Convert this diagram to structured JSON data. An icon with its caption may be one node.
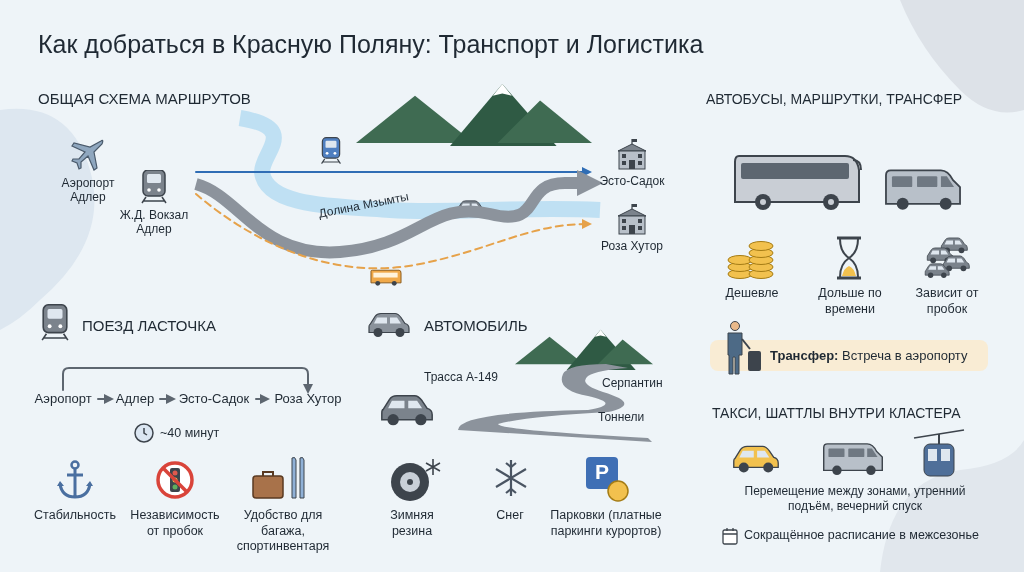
{
  "diagram": {
    "title": "Как добраться в Красную Поляну: Транспорт и Логистика",
    "nodes": [
      {
        "text": [
          "Аэропорт Адлер"
        ]
      },
      {
        "text": [
          "Ж.Д. Вокзал Адлер"
        ]
      },
      {
        "text": [
          "Эсто-Садок"
        ]
      },
      {
        "text": [
          "Роза Хутор"
        ]
      },
      {
        "text": [
          "Аэропорт"
        ]
      },
      {
        "text": [
          "Адлер"
        ]
      },
      {
        "text": [
          "Эсто-Садок"
        ]
      },
      {
        "text": [
          "Роза Хутор"
        ]
      },
      {
        "text": [
          "**Трансфер:** Встреча в аэропорту"
        ]
      }
    ],
    "edges": [
      {
        "from": 1,
        "to": 2,
        "arrow": "to",
        "color": "#2f6db5"
      },
      {
        "from": 1,
        "to": 2,
        "arrow": "to",
        "style": "thick",
        "color": "#8c939c"
      },
      {
        "from": 1,
        "to": 3,
        "arrow": "to",
        "style": "dashed",
        "color": "#e6a24a"
      },
      {
        "from": 4,
        "to": 5,
        "arrow": "to"
      },
      {
        "from": 5,
        "to": 6,
        "arrow": "to"
      },
      {
        "from": 6,
        "to": 7,
        "arrow": "to"
      },
      {
        "from": 4,
        "to": 7,
        "arrow": "to"
      }
    ],
    "labels": [
      "ОБЩАЯ СХЕМА МАРШРУТОВ",
      "Долина Мзымты",
      "АВТОБУСЫ, МАРШРУТКИ, ТРАНСФЕР",
      "Дешевле",
      "Дольше по времени",
      "Зависит от пробок",
      "ПОЕЗД ЛАСТОЧКА",
      "~40 минут",
      "Стабильность",
      "Независимость от пробок",
      "Удобство для багажа, спортинвентаря",
      "АВТОМОБИЛЬ",
      "Трасса А-149",
      "Серпантин",
      "Тоннели",
      "Зимняя резина",
      "Снег",
      "Парковки (платные паркинги курортов)",
      "ТАКСИ, ШАТТЛЫ ВНУТРИ КЛАСТЕРА",
      "Перемещение между зонами, утренний подъём, вечерний спуск",
      "Сокращённое расписание в межсезонье",
      "P"
    ]
  }
}
